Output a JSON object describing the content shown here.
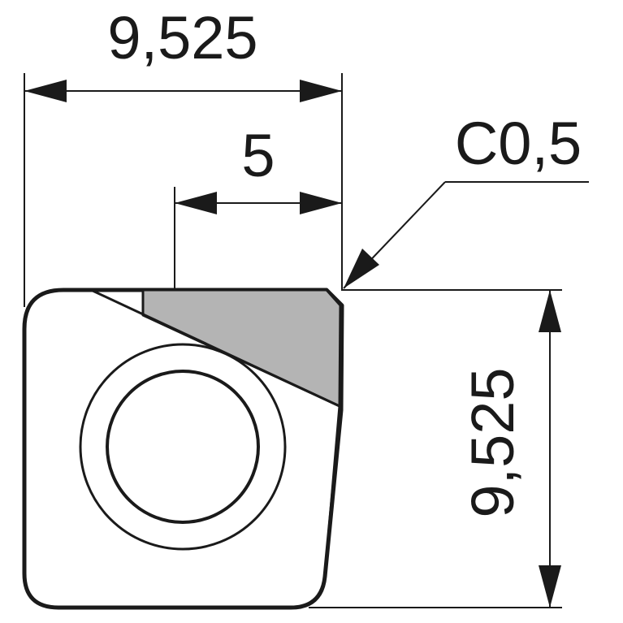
{
  "dimensions": {
    "top_width": "9,525",
    "cutting_edge_length": "5",
    "chamfer": "C0,5",
    "side_height": "9,525"
  },
  "colors": {
    "line": "#1a1a1a",
    "insert_fill": "#ffffff",
    "cutting_edge_fill": "#b4b4b4"
  }
}
